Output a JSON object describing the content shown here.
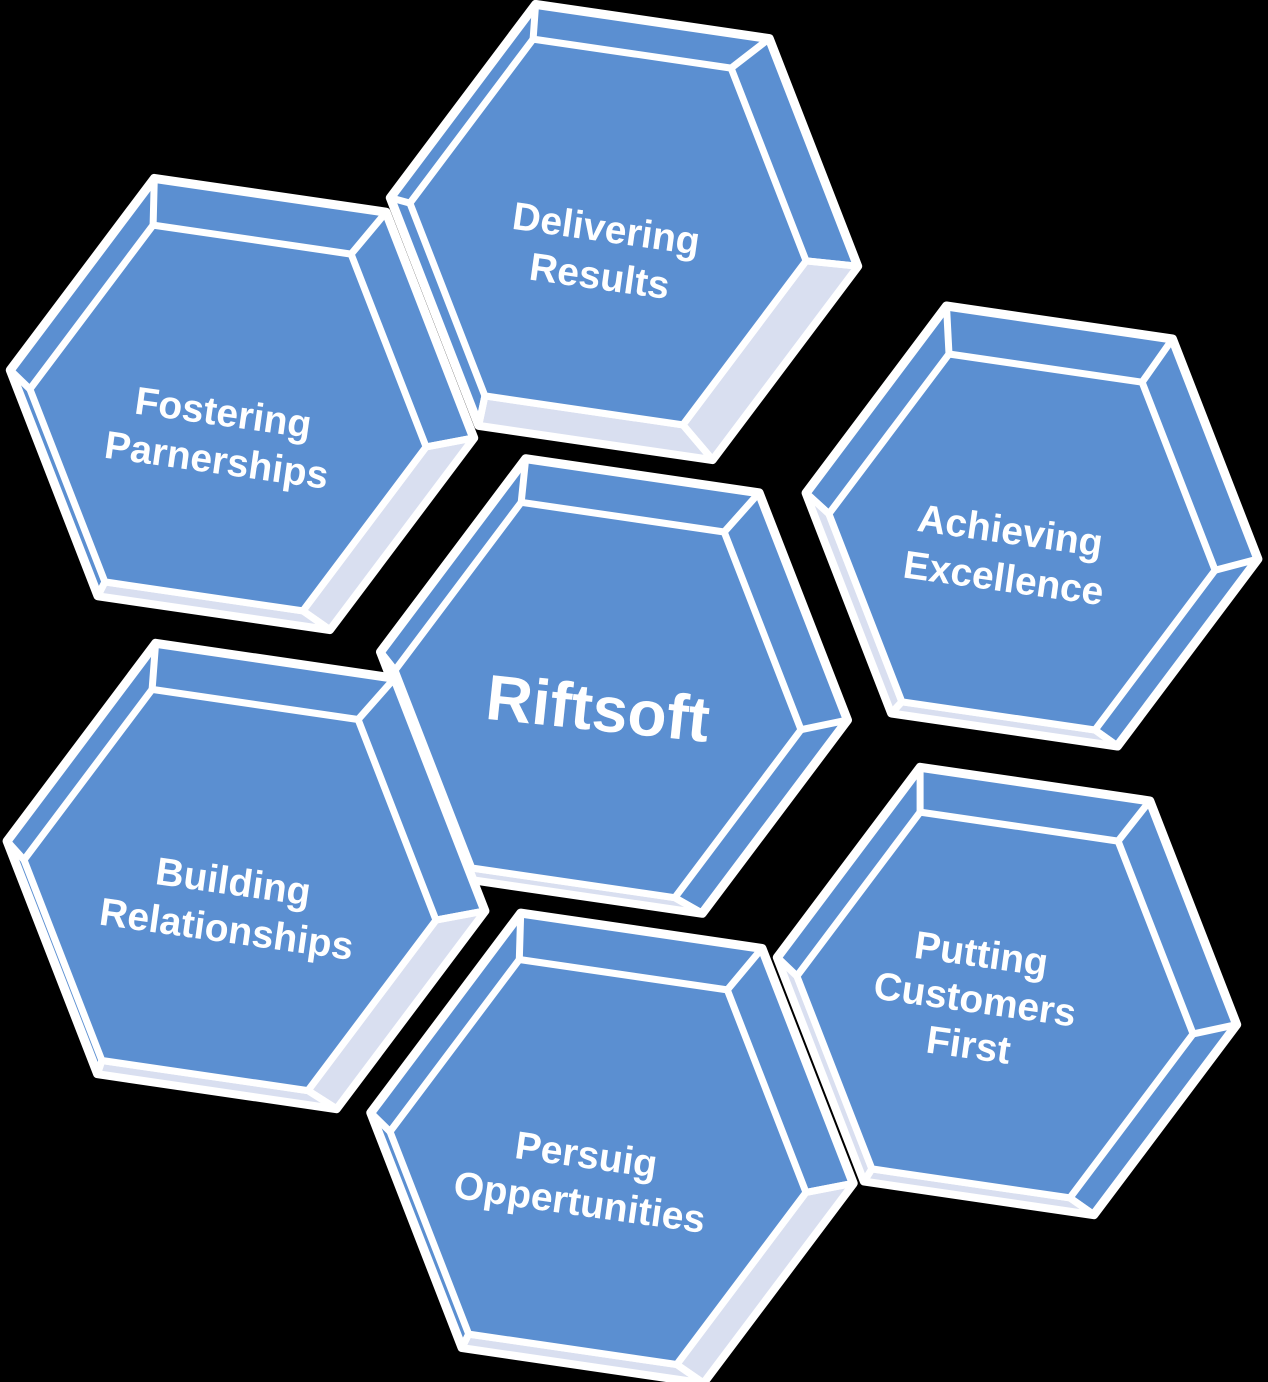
{
  "diagram": {
    "type": "hexagon-cluster-3d",
    "description": "Central brand hexagon surrounded by six value hexagons",
    "background": "#000000",
    "colors": {
      "face": "#5B8FD1",
      "rim_light": "#D9DFF0",
      "outline": "#FFFFFF",
      "text": "#FFFFFF"
    },
    "center_label": "Riftsoft"
  },
  "hexagons": [
    {
      "id": "fostering-parnerships",
      "role": "satellite",
      "label": "Fostering Parnerships",
      "lines": [
        "Fostering",
        "Parnerships"
      ]
    },
    {
      "id": "delivering-results",
      "role": "satellite",
      "label": "Delivering Results",
      "lines": [
        "Delivering",
        "Results"
      ]
    },
    {
      "id": "achieving-excellence",
      "role": "satellite",
      "label": "Achieving Excellence",
      "lines": [
        "Achieving",
        "Excellence"
      ]
    },
    {
      "id": "riftsoft",
      "role": "center",
      "label": "Riftsoft",
      "lines": [
        "Riftsoft"
      ]
    },
    {
      "id": "building-relationships",
      "role": "satellite",
      "label": "Building Relationships",
      "lines": [
        "Building",
        "Relationships"
      ]
    },
    {
      "id": "putting-customers-first",
      "role": "satellite",
      "label": "Putting Customers First",
      "lines": [
        "Putting",
        "Customers",
        "First"
      ]
    },
    {
      "id": "persuig-oppertunities",
      "role": "satellite",
      "label": "Persuig Oppertunities",
      "lines": [
        "Persuig",
        "Oppertunities"
      ]
    }
  ]
}
